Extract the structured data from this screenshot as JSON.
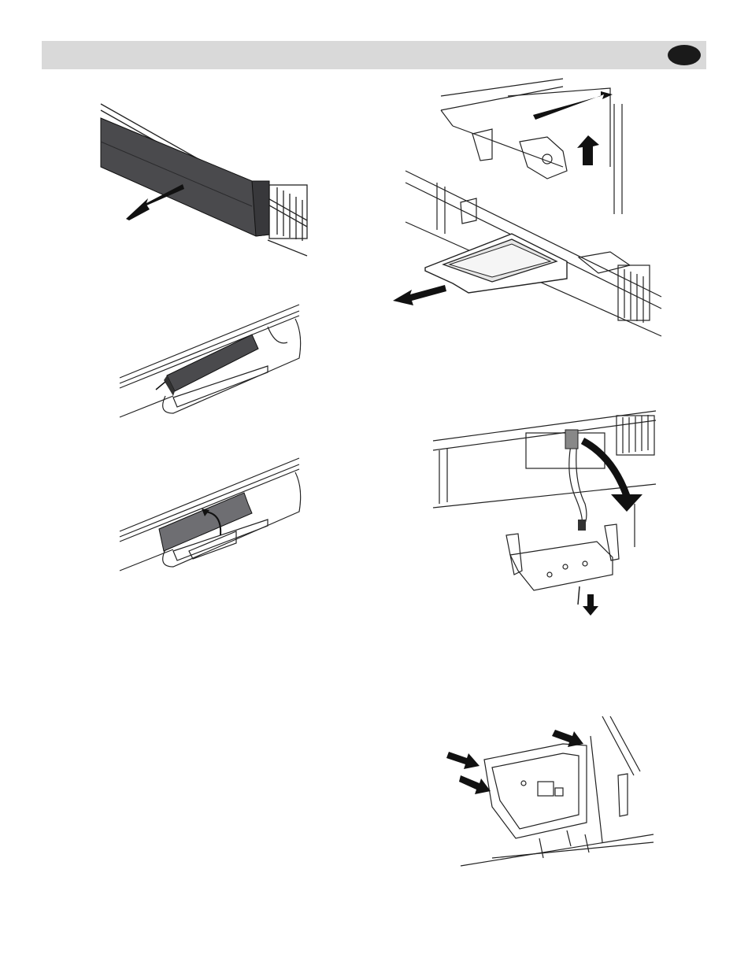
{
  "page": {
    "header": {
      "badge_color": "#1a1a1a",
      "bar_color": "#d9d9d9"
    },
    "figures": [
      {
        "id": "remove-grille-cover",
        "arrow_direction": "down-left"
      },
      {
        "id": "drain-pan-cover-closed"
      },
      {
        "id": "drain-pan-cover-open",
        "arrow": "curved-up"
      },
      {
        "id": "slide-out-drain-pan",
        "arrows": [
          "up",
          "right",
          "down-left"
        ]
      },
      {
        "id": "remove-bracket-and-wire",
        "arrows": [
          "curved-down",
          "down"
        ]
      },
      {
        "id": "bracket-tabs",
        "arrows": 3
      }
    ]
  }
}
